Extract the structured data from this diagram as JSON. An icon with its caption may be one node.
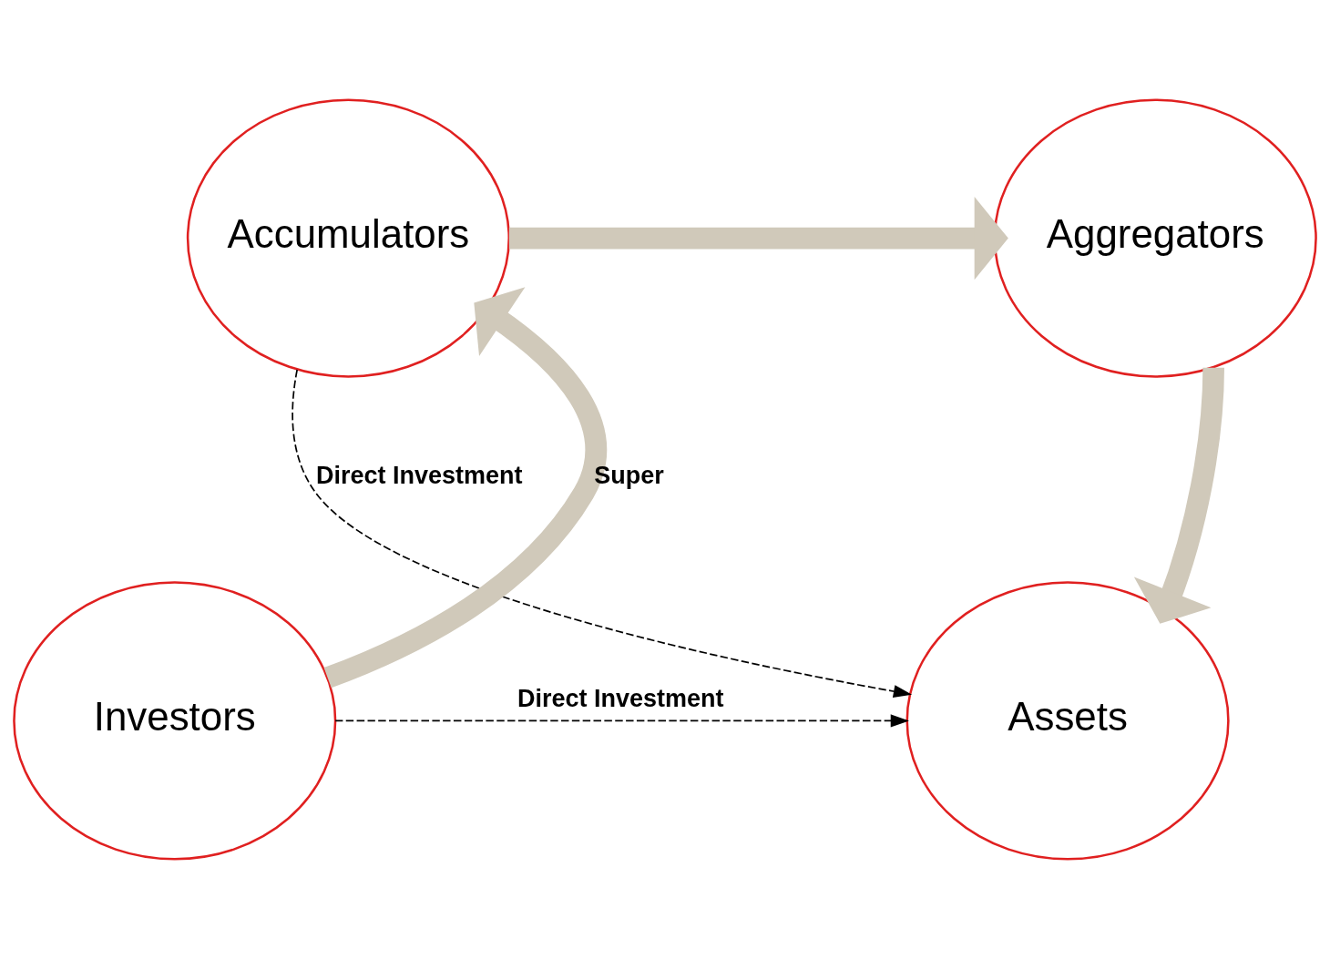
{
  "diagram": {
    "nodes": [
      {
        "text": [
          "Accumulators"
        ]
      },
      {
        "text": [
          "Aggregators"
        ]
      },
      {
        "text": [
          "Investors"
        ]
      },
      {
        "text": [
          "Assets"
        ]
      }
    ],
    "edges": [
      {
        "from": 0,
        "to": 1,
        "arrow": "to"
      },
      {
        "from": 1,
        "to": 3,
        "arrow": "to"
      },
      {
        "from": 2,
        "to": 0,
        "arrow": "to",
        "label": "Super"
      },
      {
        "from": 0,
        "to": 3,
        "arrow": "to",
        "style": "dashed",
        "color": "#000000",
        "label": "Direct Investment"
      },
      {
        "from": 2,
        "to": 3,
        "arrow": "to",
        "style": "dashed",
        "color": "#000000",
        "label": "Direct Investment"
      }
    ]
  }
}
